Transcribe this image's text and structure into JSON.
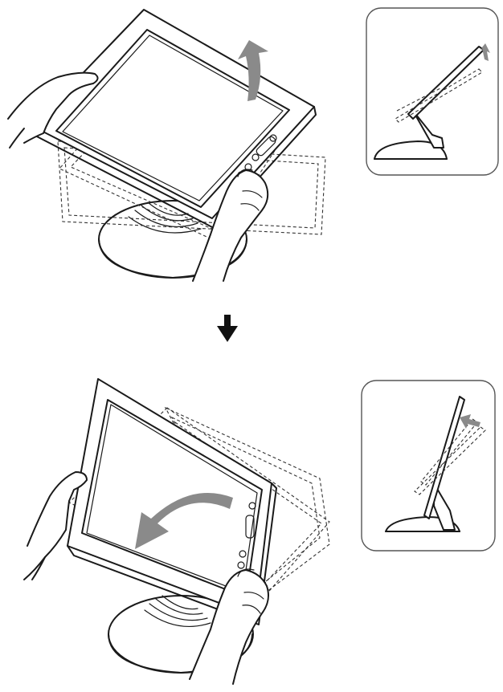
{
  "diagram": {
    "steps": [
      {
        "id": "step-1",
        "action": "tilt-up",
        "arrow_color": "#808080"
      },
      {
        "id": "step-2",
        "action": "swivel",
        "arrow_color": "#808080"
      }
    ],
    "connector": {
      "icon": "down-arrow-icon"
    },
    "colors": {
      "ink": "#1a1a1a",
      "arrow": "#808080",
      "panel_border": "#555555"
    }
  }
}
